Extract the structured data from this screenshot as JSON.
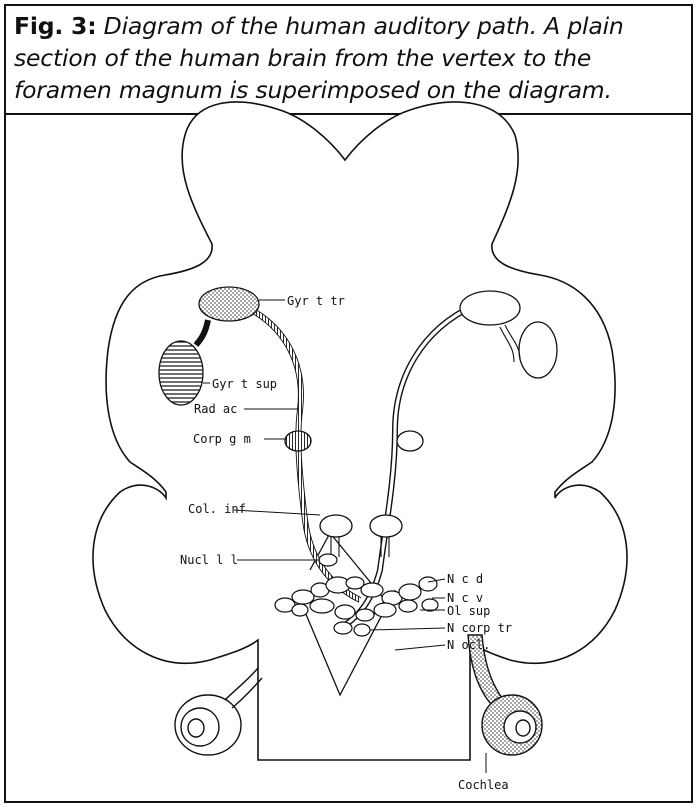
{
  "figure": {
    "label": "Fig. 3:",
    "caption": "Diagram of the human auditory path. A plain section of the human brain from the vertex to the foramen magnum is superimposed on the diagram."
  },
  "labels": {
    "gyr_t_tr": "Gyr t tr",
    "gyr_t_sup": "Gyr t sup",
    "rad_ac": "Rad ac",
    "corp_g_m": "Corp g m",
    "col_inf": "Col. inf",
    "nucl_l_l": "Nucl l l",
    "n_c_d": "N c d",
    "n_c_v": "N c v",
    "ol_sup": "Ol sup",
    "n_corp_tr": "N corp tr",
    "n_ocl": "N ocl.",
    "cochlea": "Cochlea"
  }
}
